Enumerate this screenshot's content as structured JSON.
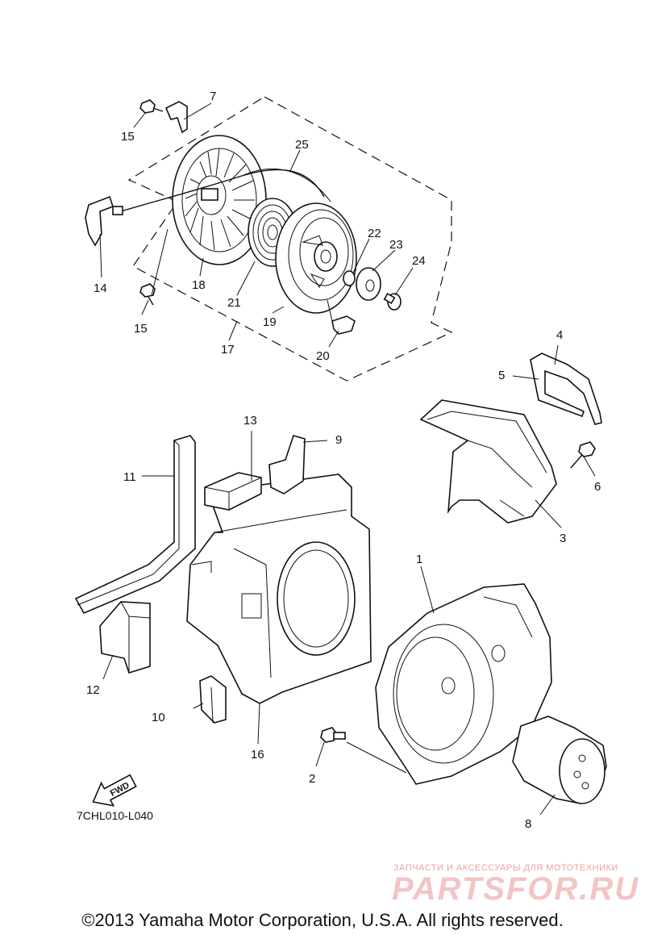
{
  "callouts": [
    "1",
    "2",
    "3",
    "4",
    "5",
    "6",
    "7",
    "8",
    "9",
    "10",
    "11",
    "12",
    "13",
    "14",
    "15",
    "15",
    "16",
    "17",
    "18",
    "19",
    "20",
    "21",
    "22",
    "23",
    "24",
    "25"
  ],
  "fwd_label": "FWD",
  "diagram_code": "7CHL010-L040",
  "watermark": {
    "top_text": "ЗАПЧАСТИ И АКСЕССУАРЫ ДЛЯ МОТОТЕХНИКИ",
    "logo_text": "PARTSFOR.RU"
  },
  "copyright": "©2013 Yamaha Motor Corporation, U.S.A. All rights reserved."
}
